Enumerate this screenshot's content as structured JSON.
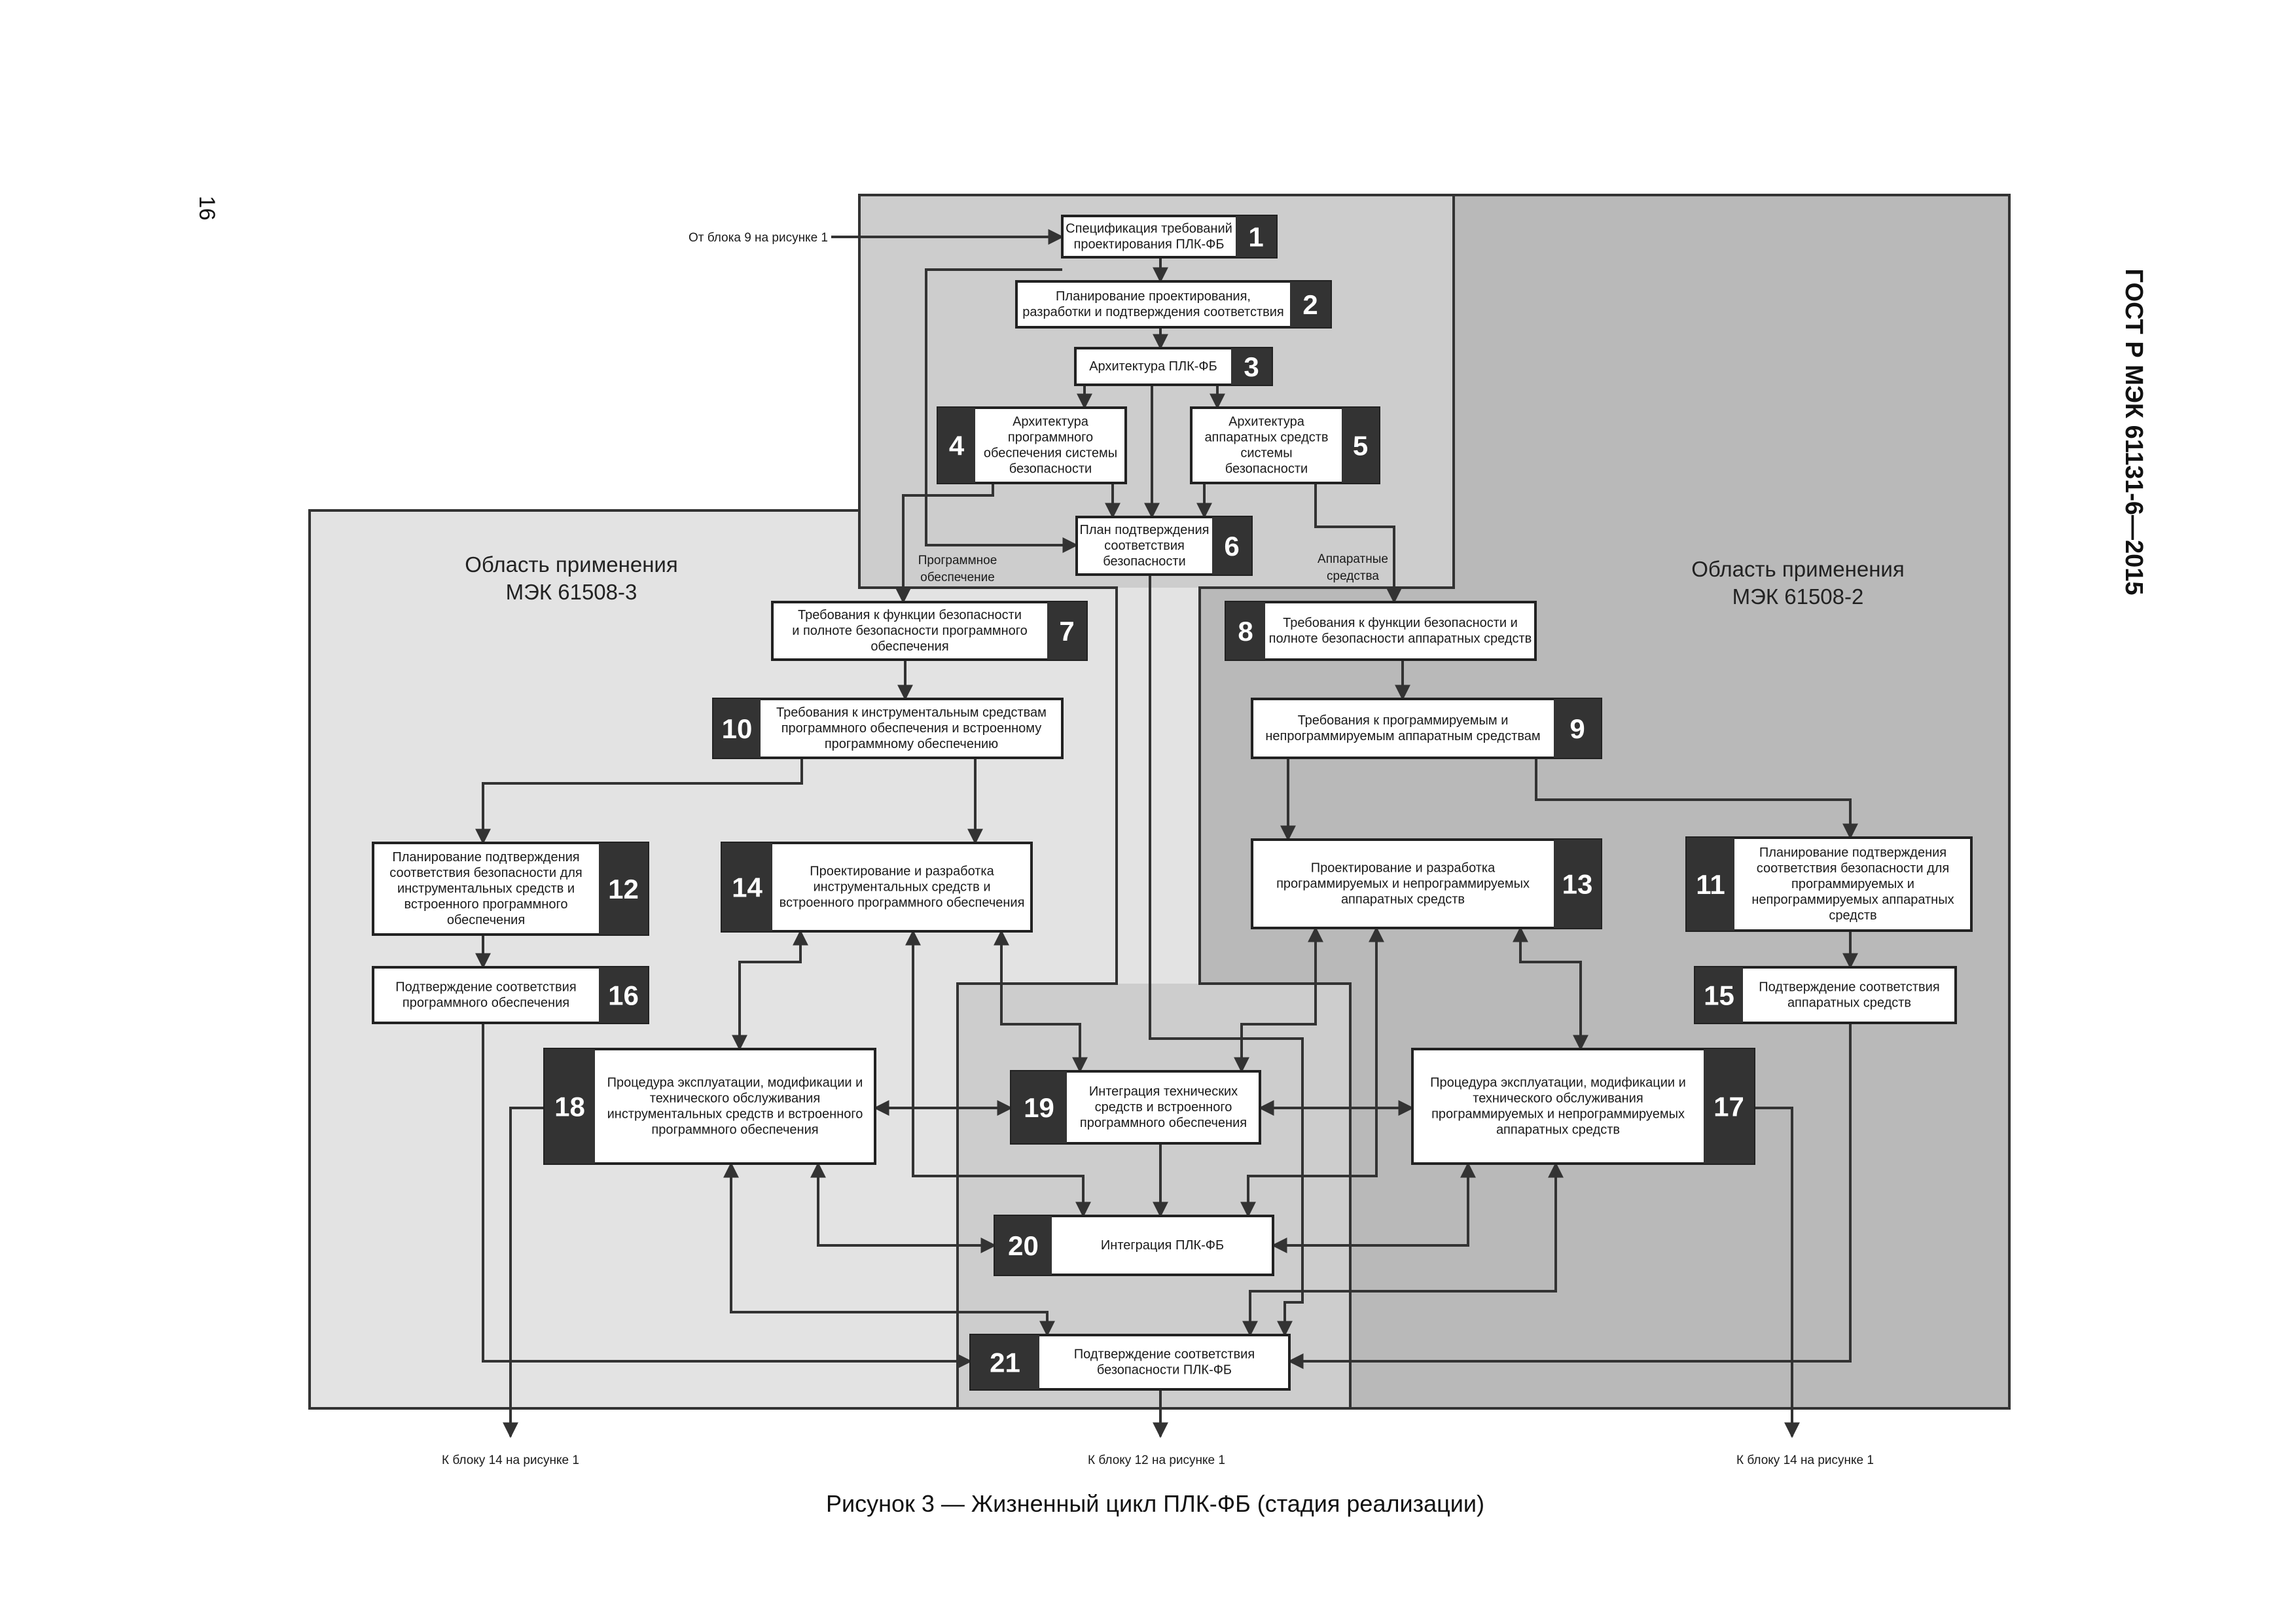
{
  "document": {
    "standard": "ГОСТ Р МЭК 61131-6—2015",
    "page_number": "16",
    "caption": "Рисунок 3 — Жизненный цикл ПЛК-ФБ (стадия реализации)"
  },
  "regions": {
    "left_title_1": "Область применения",
    "left_title_2": "МЭК 61508-3",
    "right_title_1": "Область применения",
    "right_title_2": "МЭК 61508-2"
  },
  "notes": {
    "from_block": "От блока 9 на рисунке 1",
    "software_1": "Программное",
    "software_2": "обеспечение",
    "hardware_1": "Аппаратные",
    "hardware_2": "средства",
    "to_left": "К блоку 14 на рисунке 1",
    "to_center": "К блоку 12 на рисунке 1",
    "to_right": "К блоку 14 на рисунке 1"
  },
  "blocks": {
    "b1": {
      "num": "1",
      "lines": [
        "Спецификация требований",
        "проектирования ПЛК-ФБ"
      ]
    },
    "b2": {
      "num": "2",
      "lines": [
        "Планирование проектирования,",
        "разработки и подтверждения соответствия"
      ]
    },
    "b3": {
      "num": "3",
      "lines": [
        "Архитектура ПЛК-ФБ"
      ]
    },
    "b4": {
      "num": "4",
      "lines": [
        "Архитектура",
        "программного",
        "обеспечения системы",
        "безопасности"
      ]
    },
    "b5": {
      "num": "5",
      "lines": [
        "Архитектура",
        "аппаратных средств",
        "системы",
        "безопасности"
      ]
    },
    "b6": {
      "num": "6",
      "lines": [
        "План подтверждения",
        "соответствия",
        "безопасности"
      ]
    },
    "b7": {
      "num": "7",
      "lines": [
        "Требования к функции безопасности",
        "и полноте безопасности программного",
        "обеспечения"
      ]
    },
    "b8": {
      "num": "8",
      "lines": [
        "Требования к функции безопасности и",
        "полноте безопасности аппаратных средств"
      ]
    },
    "b9": {
      "num": "9",
      "lines": [
        "Требования к программируемым и",
        "непрограммируемым аппаратным средствам"
      ]
    },
    "b10": {
      "num": "10",
      "lines": [
        "Требования к инструментальным средствам",
        "программного обеспечения и встроенному",
        "программному обеспечению"
      ]
    },
    "b11": {
      "num": "11",
      "lines": [
        "Планирование подтверждения",
        "соответствия безопасности для",
        "программируемых и",
        "непрограммируемых аппаратных",
        "средств"
      ]
    },
    "b12": {
      "num": "12",
      "lines": [
        "Планирование подтверждения",
        "соответствия безопасности для",
        "инструментальных средств и",
        "встроенного программного",
        "обеспечения"
      ]
    },
    "b13": {
      "num": "13",
      "lines": [
        "Проектирование и разработка",
        "программируемых и непрограммируемых",
        "аппаратных средств"
      ]
    },
    "b14": {
      "num": "14",
      "lines": [
        "Проектирование и разработка",
        "инструментальных средств и",
        "встроенного программного обеспечения"
      ]
    },
    "b15": {
      "num": "15",
      "lines": [
        "Подтверждение соответствия",
        "аппаратных средств"
      ]
    },
    "b16": {
      "num": "16",
      "lines": [
        "Подтверждение соответствия",
        "программного обеспечения"
      ]
    },
    "b17": {
      "num": "17",
      "lines": [
        "Процедура эксплуатации, модификации и",
        "технического обслуживания",
        "программируемых и непрограммируемых",
        "аппаратных средств"
      ]
    },
    "b18": {
      "num": "18",
      "lines": [
        "Процедура эксплуатации, модификации и",
        "технического обслуживания",
        "инструментальных средств и встроенного",
        "программного обеспечения"
      ]
    },
    "b19": {
      "num": "19",
      "lines": [
        "Интеграция технических",
        "средств и встроенного",
        "программного обеспечения"
      ]
    },
    "b20": {
      "num": "20",
      "lines": [
        "Интеграция ПЛК-ФБ"
      ]
    },
    "b21": {
      "num": "21",
      "lines": [
        "Подтверждение соответствия",
        "безопасности ПЛК-ФБ"
      ]
    }
  },
  "colors": {
    "left_region": "#e3e3e3",
    "top_region": "#cdcdcd",
    "right_region": "#b9b9b9",
    "number_tile": "#333333",
    "line": "#333333"
  }
}
